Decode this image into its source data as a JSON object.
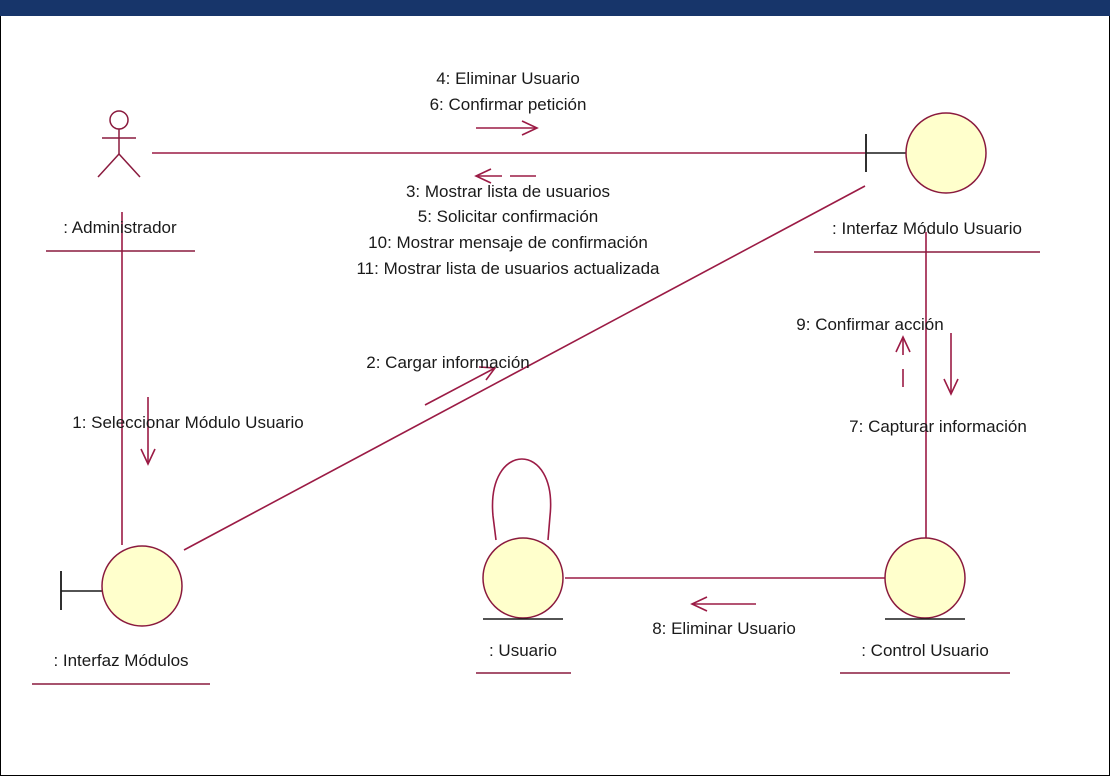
{
  "colors": {
    "header_bar": "#17356a",
    "line": "#9b1b45",
    "object_fill": "#ffffcc",
    "object_stroke": "#8a1a3e",
    "text": "#1a1a1a"
  },
  "objects": {
    "administrador": {
      "label": ": Administrador",
      "kind": "actor"
    },
    "interfaz_modulo_usuario": {
      "label": ": Interfaz Módulo Usuario",
      "kind": "boundary"
    },
    "interfaz_modulos": {
      "label": ": Interfaz Módulos",
      "kind": "boundary"
    },
    "usuario": {
      "label": ": Usuario",
      "kind": "entity"
    },
    "control_usuario": {
      "label": ": Control Usuario",
      "kind": "control"
    }
  },
  "messages": {
    "m1": "1: Seleccionar Módulo Usuario",
    "m2": "2: Cargar información",
    "m3": "3: Mostrar lista de usuarios",
    "m4": "4: Eliminar Usuario",
    "m5": "5: Solicitar confirmación",
    "m6": "6: Confirmar petición",
    "m7": "7: Capturar información",
    "m8": "8: Eliminar Usuario",
    "m9": "9: Confirmar acción",
    "m10": "10: Mostrar mensaje de confirmación",
    "m11": "11: Mostrar lista de usuarios actualizada"
  }
}
